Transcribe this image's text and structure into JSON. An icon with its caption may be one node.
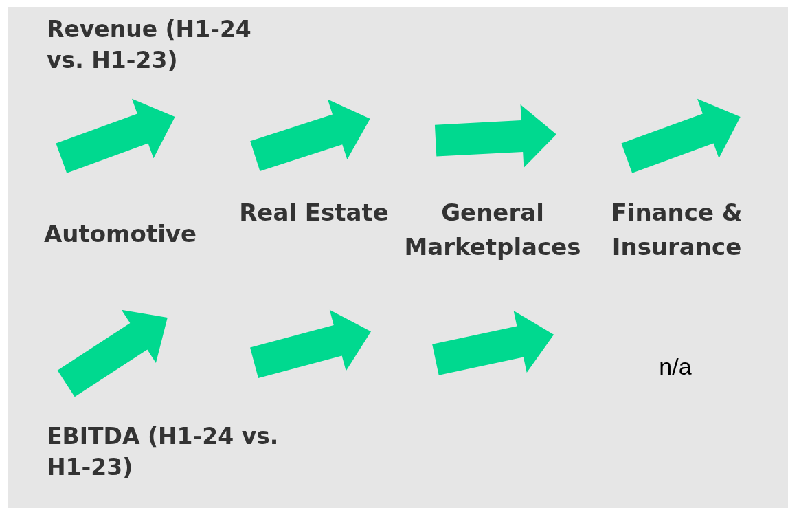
{
  "diagram": {
    "labels": [
      "Revenue (H1-24 vs. H1-23)",
      "Automotive",
      "Real Estate",
      "General Marketplaces",
      "Finance & Insurance",
      "n/a",
      "EBITDA (H1-24 vs. H1-23)"
    ]
  }
}
